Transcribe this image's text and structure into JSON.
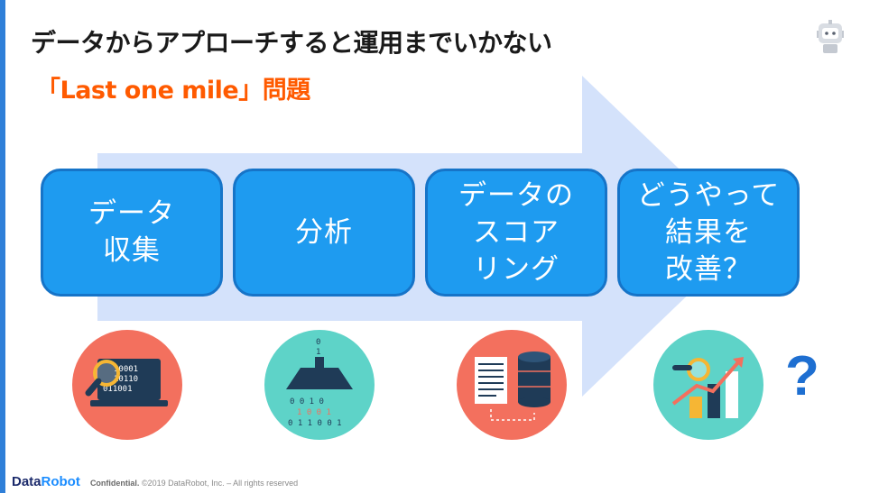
{
  "slide": {
    "title": "データからアプローチすると運用までいかない",
    "subtitle": "「Last one mile」問題"
  },
  "steps": [
    {
      "label": "データ\n収集",
      "icon": "data-search-icon"
    },
    {
      "label": "分析",
      "icon": "analysis-funnel-icon"
    },
    {
      "label": "データの\nスコア\nリング",
      "icon": "document-database-icon"
    },
    {
      "label": "どうやって\n結果を\n改善？",
      "icon": "chart-improvement-icon"
    }
  ],
  "question_mark": "?",
  "footer": {
    "brand_data": "Data",
    "brand_robot": "Robot",
    "confidential": "Confidential.",
    "copyright": "©2019 DataRobot, Inc. – All rights reserved"
  },
  "colors": {
    "accent_blue": "#1e9bf0",
    "arrow_light": "#d4e2fb",
    "subtitle_orange": "#ff5a00",
    "icon_salmon": "#f3705e",
    "icon_teal": "#5ed3c8"
  }
}
